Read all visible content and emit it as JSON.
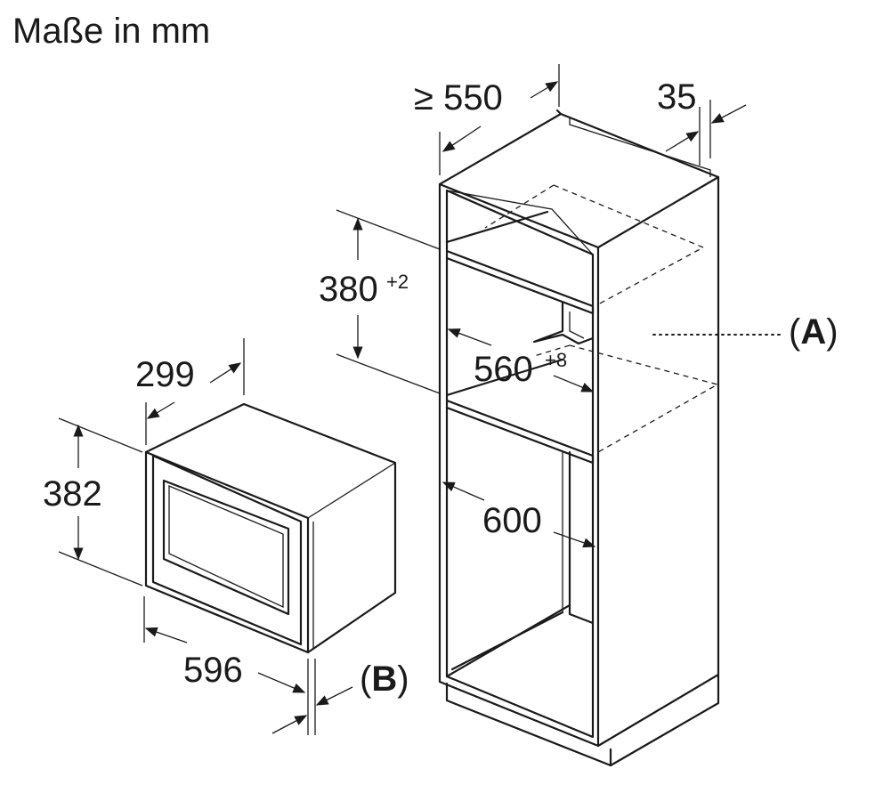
{
  "title": "Maße in mm",
  "dimensions": {
    "niche_depth": "≥ 550",
    "side_offset": "35",
    "niche_height_base": "380",
    "niche_height_tol": "+2",
    "niche_width_base": "560",
    "niche_width_tol": "+8",
    "cabinet_width": "600",
    "device_depth": "299",
    "device_height": "382",
    "device_width": "596"
  },
  "labels": {
    "a_prefix": "(",
    "a_letter": "A",
    "a_suffix": ")",
    "b_prefix": "(",
    "b_letter": "B",
    "b_suffix": ")"
  }
}
